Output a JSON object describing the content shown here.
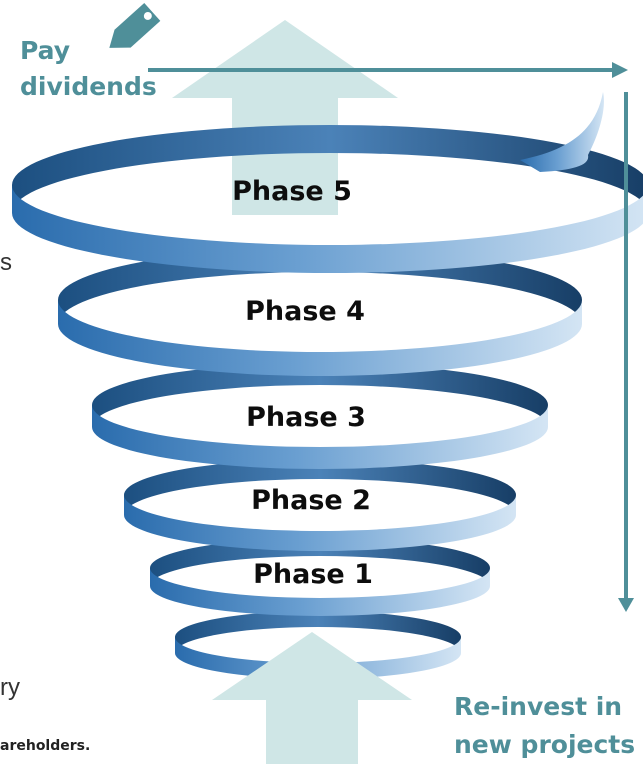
{
  "labels": {
    "pay_line1": "Pay",
    "pay_line2": "dividends",
    "reinvest_line1": "Re-invest in",
    "reinvest_line2": "new projects"
  },
  "phases": [
    "Phase 5",
    "Phase 4",
    "Phase 3",
    "Phase 2",
    "Phase 1"
  ],
  "cut_text": {
    "s": "s",
    "ry": "ry",
    "footnote": "areholders."
  },
  "icons": [
    "price-tag-icon"
  ],
  "colors": {
    "spiral_dark": "#1f5f97",
    "spiral_mid": "#5b93c9",
    "spiral_light": "#c8ddf0",
    "arrow_fill": "#cfe6e6",
    "teal": "#4f8f99"
  }
}
